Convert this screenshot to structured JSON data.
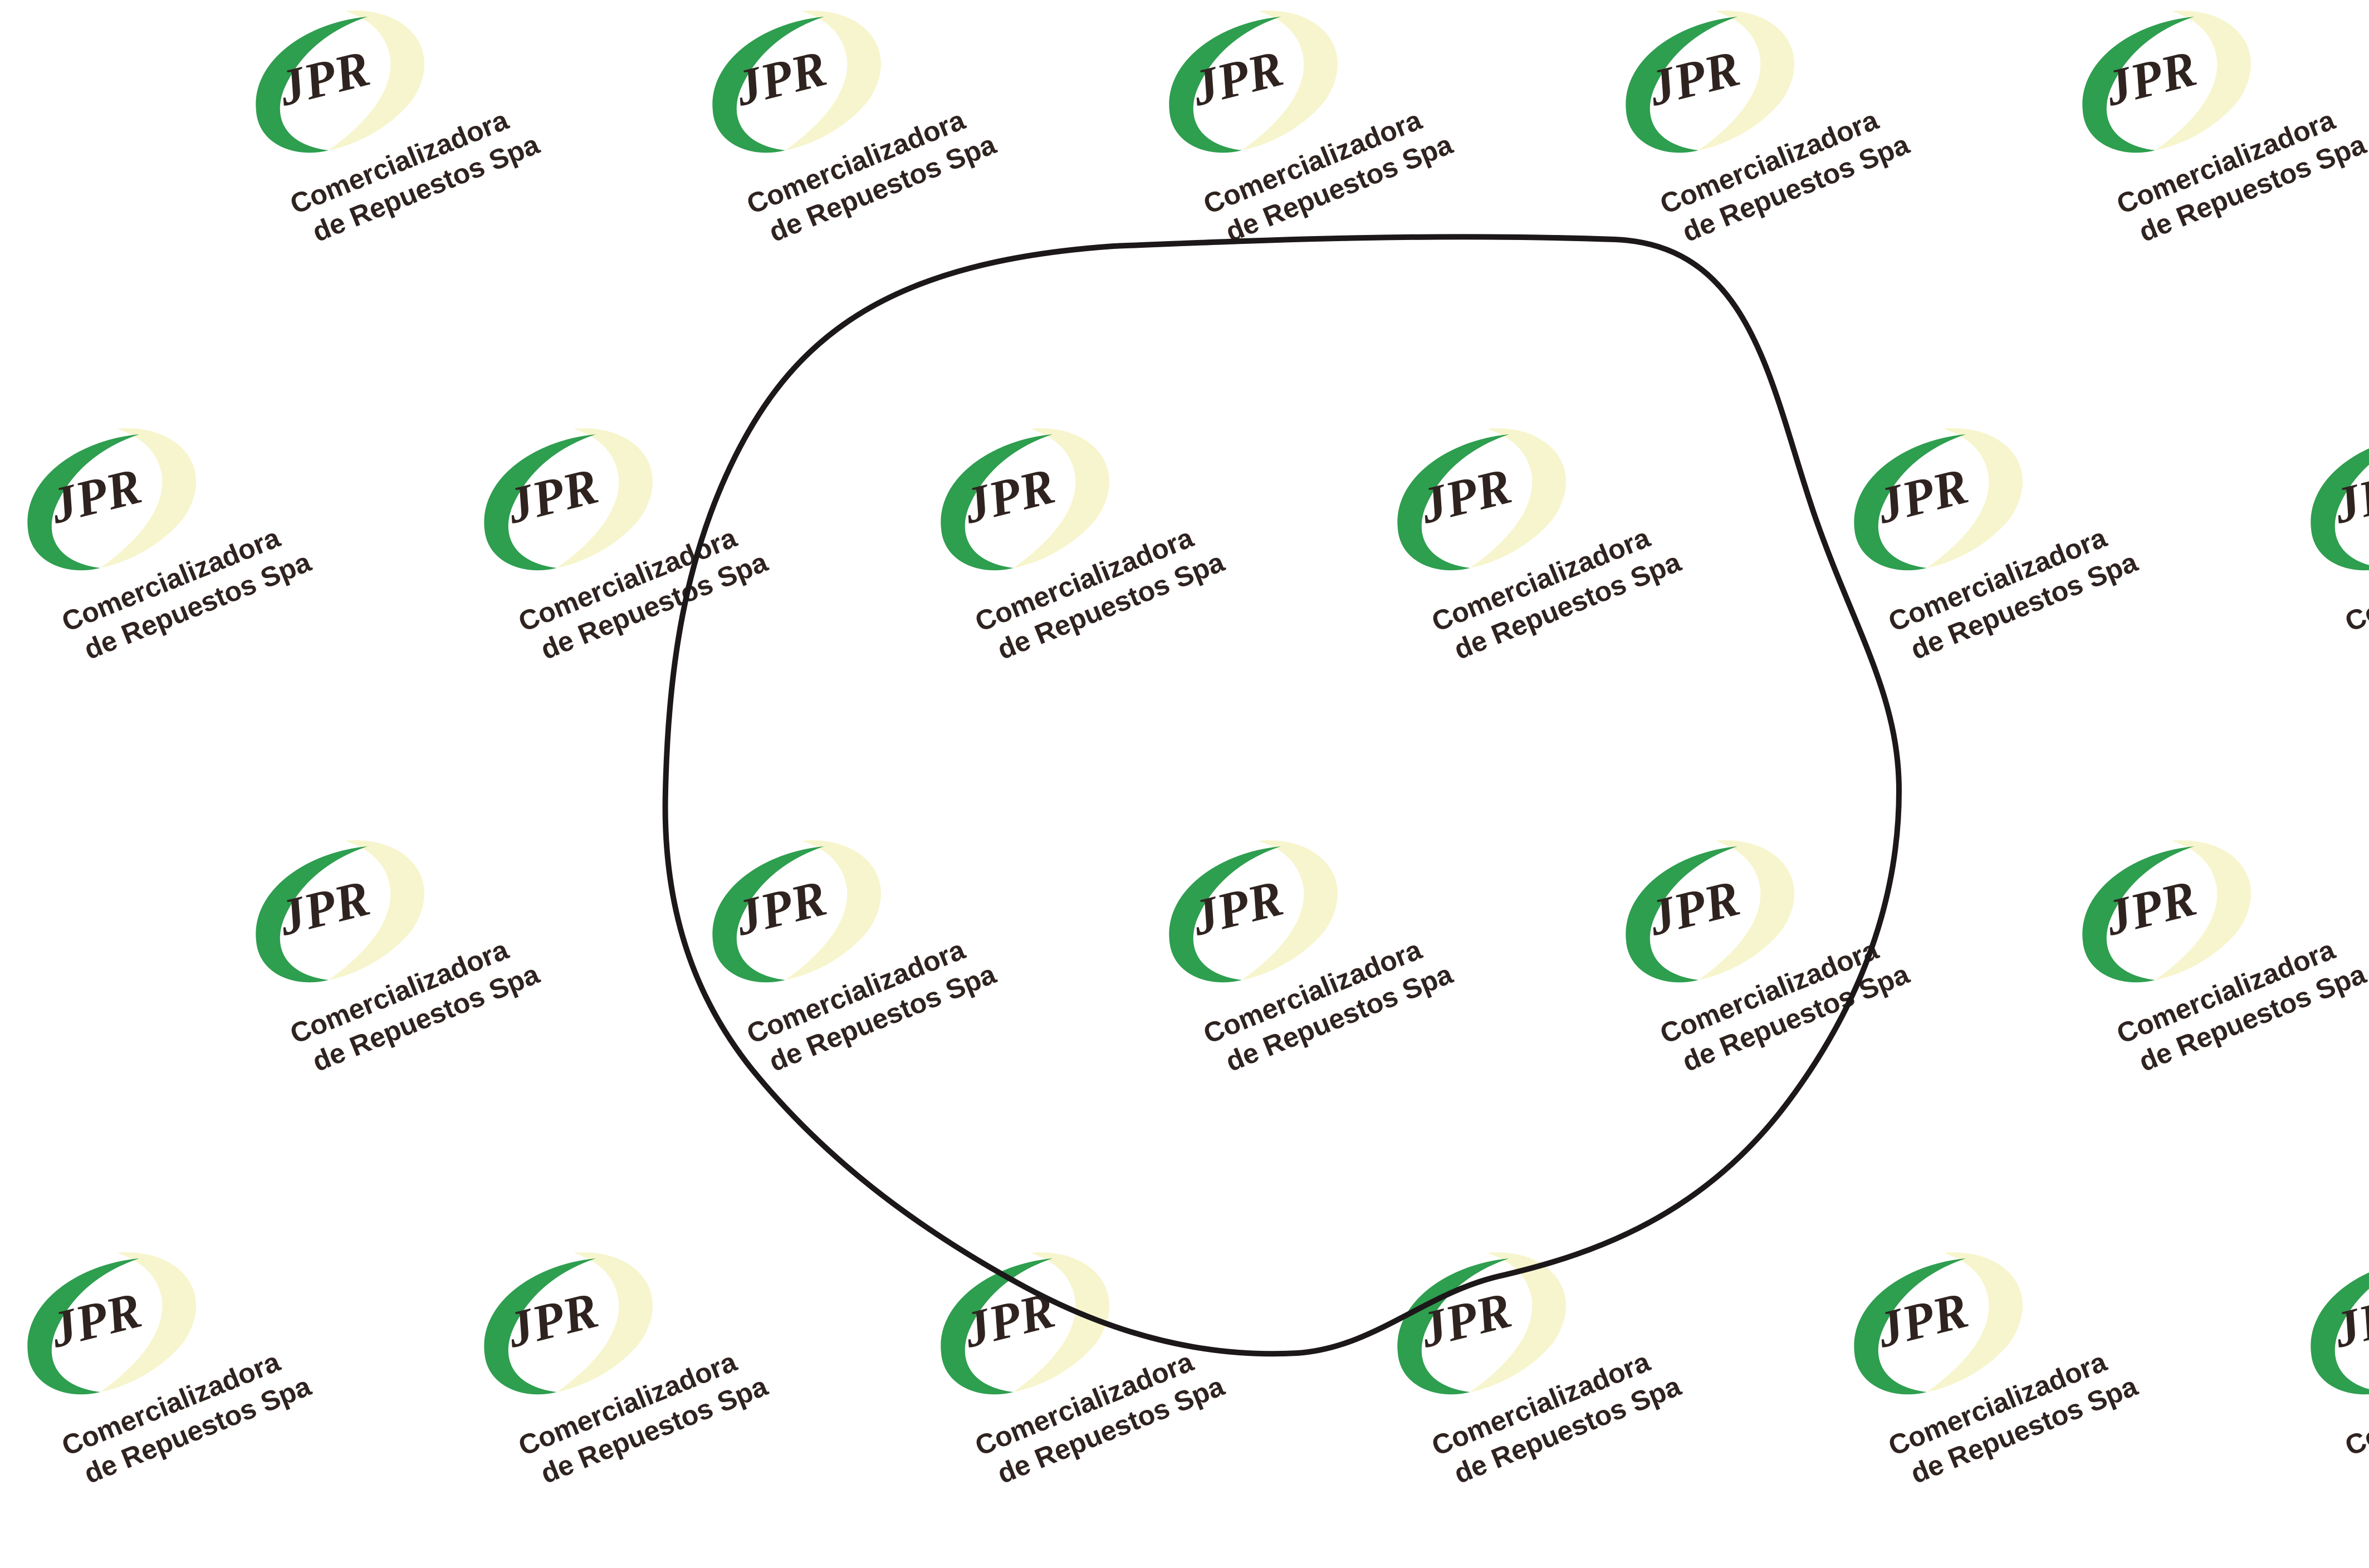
{
  "watermark": {
    "logo_text": "JPR",
    "line1": "Comercializadora",
    "line2": "de Repuestos Spa",
    "swoosh_color": "#2e9e4f",
    "glow_color": "#f6f4c8",
    "text_color": "#2f2320"
  },
  "product": {
    "name": "o-ring",
    "color": "#1c1719"
  },
  "background_color": "#ffffff"
}
